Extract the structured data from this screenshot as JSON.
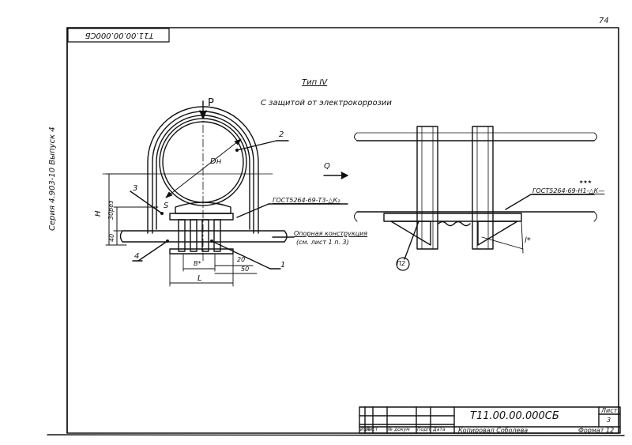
{
  "sheet_number": "74",
  "stamp_code": "T11.00.00.000CБ",
  "series": "Серия 4.903-10 Выпуск 4",
  "title": "Тип IV",
  "subtitle": "С защитой от электрокоррозии",
  "left_view": {
    "force_label": "P",
    "diameter_label": "Dн",
    "thickness_label": "S",
    "dim_h": "H",
    "dim_30": "30рез",
    "dim_40": "40",
    "dim_b": "В*",
    "dim_20": "20",
    "dim_50": "50",
    "dim_l": "L",
    "callouts": [
      "1",
      "2",
      "3",
      "4"
    ],
    "weld_note": "ГОСТ5264-69-Т3-△К₂",
    "support_note_1": "Опорная конструкция",
    "support_note_2": "(см. лист 1 п. 3)"
  },
  "right_view": {
    "flow_label": "Q",
    "weld_note": "ГОСТ5264-69-Н1-△К—",
    "weld_super": "★★★",
    "dim_l": "l*",
    "part_ref": "П2"
  },
  "title_block": {
    "code": "Т11.00.00.000СБ",
    "sheet_header": "Лист",
    "sheet_value": "3",
    "columns": [
      "Изм",
      "Лист",
      "№ докум",
      "Подп",
      "Дата"
    ],
    "copied_by": "Копировал Соболева",
    "format": "Формат 12"
  }
}
